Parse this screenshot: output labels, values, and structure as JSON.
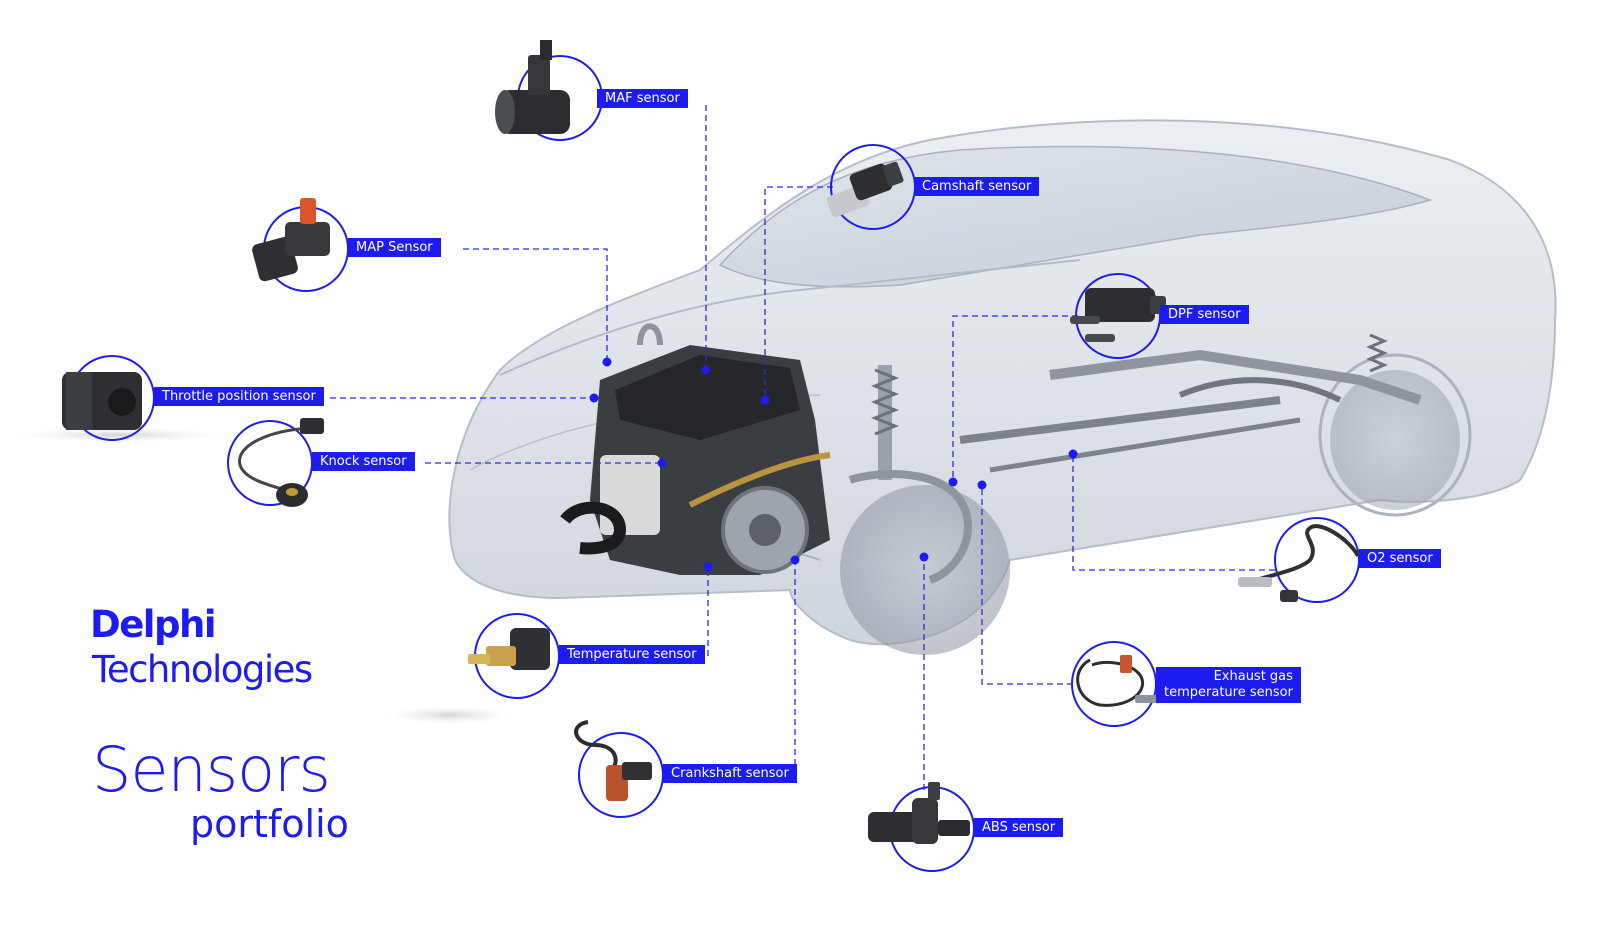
{
  "brand": {
    "name_line1": "Delphi",
    "name_line2": "Technologies"
  },
  "title": {
    "line1": "Sensors",
    "line2": "portfolio"
  },
  "colors": {
    "accent": "#1c1cf0",
    "callout_line": "#2a2ae0"
  },
  "sensors": [
    {
      "id": "maf",
      "label": "MAF sensor",
      "icon": "maf-sensor-icon"
    },
    {
      "id": "camshaft",
      "label": "Camshaft sensor",
      "icon": "camshaft-sensor-icon"
    },
    {
      "id": "map",
      "label": "MAP Sensor",
      "icon": "map-sensor-icon"
    },
    {
      "id": "dpf",
      "label": "DPF sensor",
      "icon": "dpf-sensor-icon"
    },
    {
      "id": "throttle",
      "label": "Throttle position sensor",
      "icon": "throttle-sensor-icon"
    },
    {
      "id": "knock",
      "label": "Knock sensor",
      "icon": "knock-sensor-icon"
    },
    {
      "id": "o2",
      "label": "O2 sensor",
      "icon": "o2-sensor-icon"
    },
    {
      "id": "temperature",
      "label": "Temperature sensor",
      "icon": "temperature-sensor-icon"
    },
    {
      "id": "egt",
      "label_line1": "Exhaust gas",
      "label_line2": "temperature sensor",
      "icon": "exhaust-gas-temperature-sensor-icon"
    },
    {
      "id": "crankshaft",
      "label": "Crankshaft sensor",
      "icon": "crankshaft-sensor-icon"
    },
    {
      "id": "abs",
      "label": "ABS sensor",
      "icon": "abs-sensor-icon"
    }
  ]
}
